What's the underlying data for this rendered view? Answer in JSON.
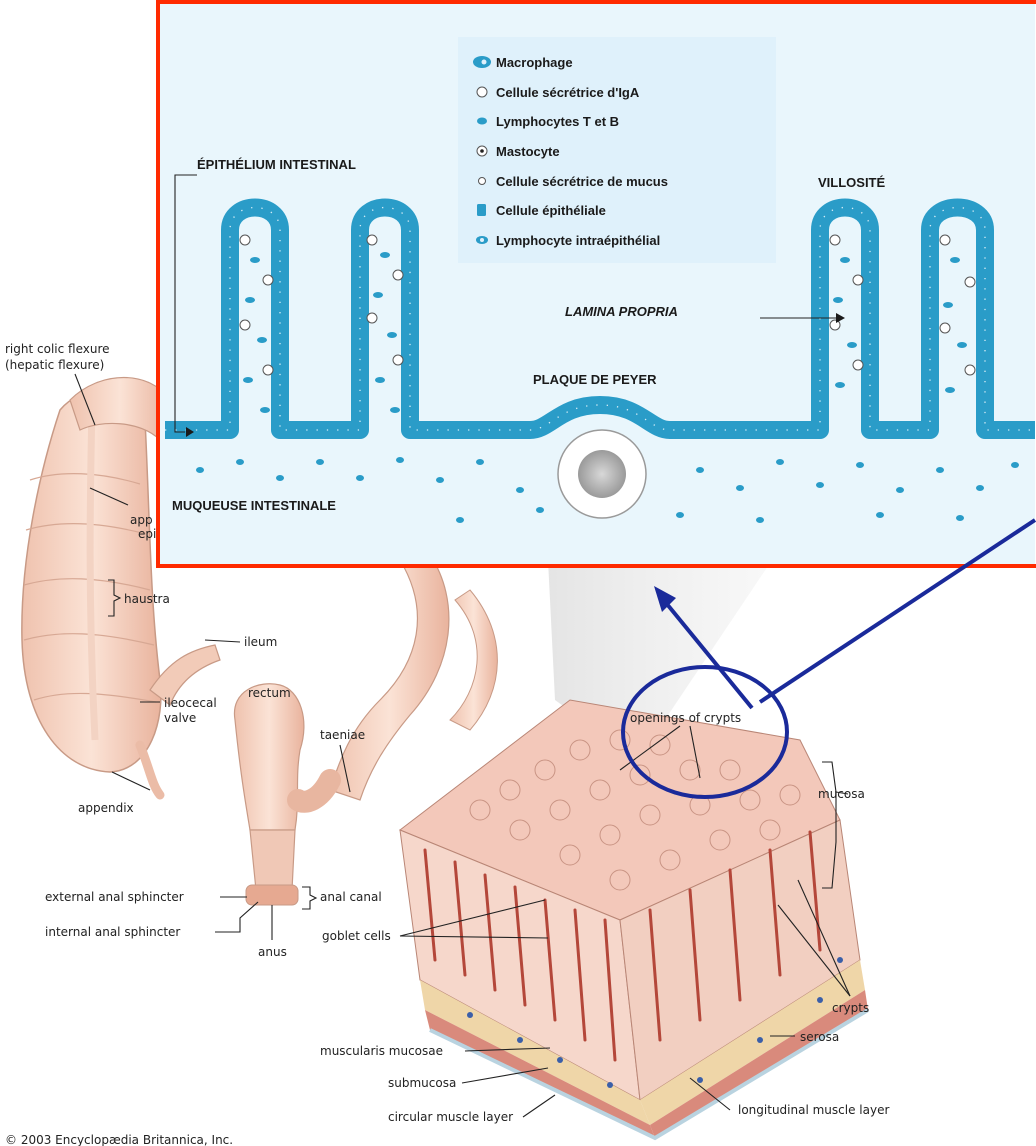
{
  "inset": {
    "legend": [
      {
        "icon": "macrophage-icon",
        "label": "Macrophage"
      },
      {
        "icon": "iga-secreting-cell-icon",
        "label": "Cellule sécrétrice d'IgA"
      },
      {
        "icon": "lymphocyte-icon",
        "label": "Lymphocytes T et B"
      },
      {
        "icon": "mast-cell-icon",
        "label": "Mastocyte"
      },
      {
        "icon": "mucus-cell-icon",
        "label": "Cellule sécrétrice de mucus"
      },
      {
        "icon": "epithelial-cell-icon",
        "label": "Cellule épithéliale"
      },
      {
        "icon": "intraepithelial-lymphocyte-icon",
        "label": "Lymphocyte intraépithélial"
      }
    ],
    "labels": {
      "epithelium": "ÉPITHÉLIUM INTESTINAL",
      "villus": "VILLOSITÉ",
      "lamina_propria": "LAMINA PROPRIA",
      "peyer_patch": "PLAQUE DE PEYER",
      "mucosa": "MUQUEUSE INTESTINALE"
    },
    "colors": {
      "frame": "#ff2a00",
      "cell_blue": "#2a9cc8",
      "legend_bg": "#dff1fb",
      "inset_bg": "#e9f6fc"
    }
  },
  "colon": {
    "labels": {
      "right_colic_flexure": "right colic flexure",
      "hepatic_flexure": "(hepatic flexure)",
      "appendices_line1": "app",
      "appendices_line2": "epi",
      "haustra": "haustra",
      "ileum": "ileum",
      "ileocecal_valve_line1": "ileocecal",
      "ileocecal_valve_line2": "valve",
      "appendix": "appendix",
      "rectum": "rectum",
      "taeniae": "taeniae",
      "external_anal_sphincter": "external anal sphincter",
      "internal_anal_sphincter": "internal anal sphincter",
      "anal_canal": "anal canal",
      "anus": "anus"
    }
  },
  "wall": {
    "labels": {
      "openings_of_crypts": "openings of crypts",
      "mucosa": "mucosa",
      "goblet_cells": "goblet cells",
      "crypts": "crypts",
      "muscularis_mucosae": "muscularis mucosae",
      "submucosa": "submucosa",
      "serosa": "serosa",
      "circular_muscle_layer": "circular muscle layer",
      "longitudinal_muscle_layer": "longitudinal muscle layer"
    }
  },
  "copyright": "© 2003 Encyclopædia Britannica, Inc."
}
